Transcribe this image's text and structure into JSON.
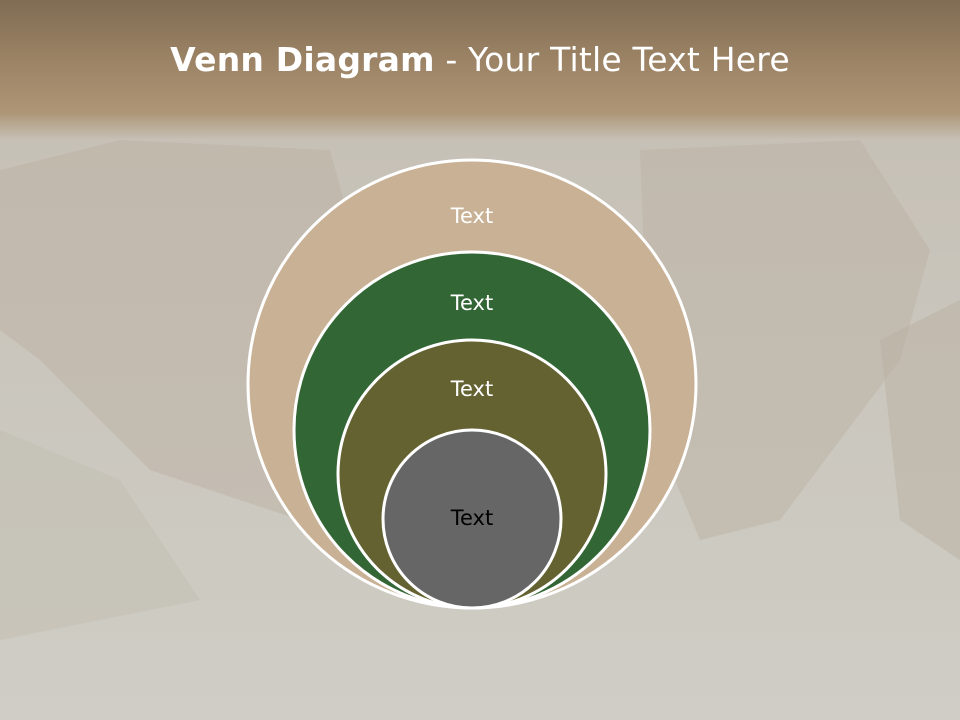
{
  "slide": {
    "title_bold": "Venn Diagram",
    "title_rest": " - Your Title Text Here"
  },
  "venn": {
    "rings": [
      {
        "label": "Text",
        "fill": "#c8b194",
        "label_color": "#ffffff"
      },
      {
        "label": "Text",
        "fill": "#336635",
        "label_color": "#ffffff"
      },
      {
        "label": "Text",
        "fill": "#656232",
        "label_color": "#ffffff"
      },
      {
        "label": "Text",
        "fill": "#666666",
        "label_color": "#000000"
      }
    ],
    "outline_color": "#ffffff"
  }
}
